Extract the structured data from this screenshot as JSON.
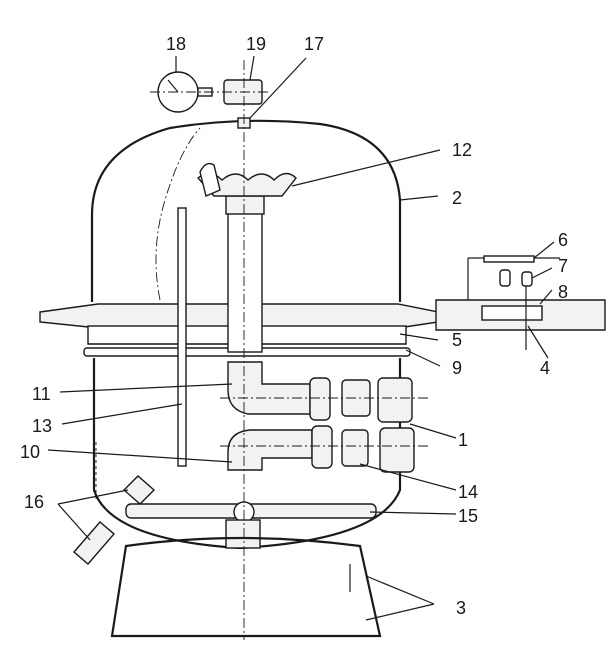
{
  "diagram": {
    "callouts": [
      "1",
      "2",
      "3",
      "4",
      "5",
      "6",
      "7",
      "8",
      "9",
      "10",
      "11",
      "12",
      "13",
      "14",
      "15",
      "16",
      "17",
      "18",
      "19"
    ]
  },
  "colors": {
    "ink": "#1a1a1a",
    "shade": "#f2f2f2",
    "background": "#ffffff"
  }
}
